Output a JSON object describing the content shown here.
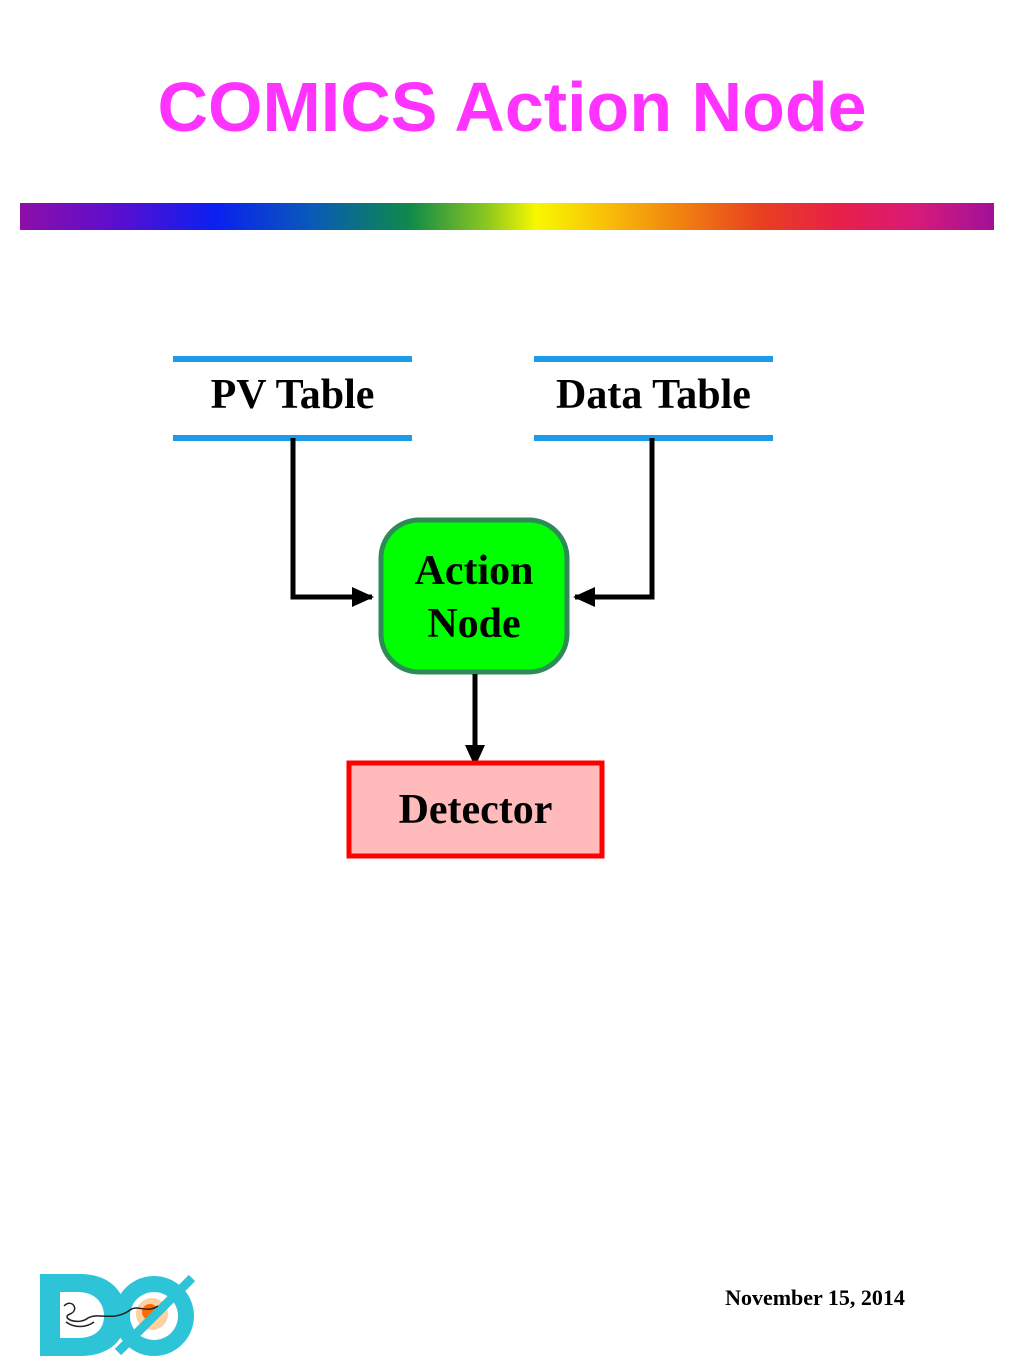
{
  "title": "COMICS Action Node",
  "diagram": {
    "nodes": {
      "pv_table": "PV Table",
      "data_table": "Data Table",
      "action_node_line1": "Action",
      "action_node_line2": "Node",
      "detector": "Detector"
    },
    "edges": [
      {
        "from": "PV Table",
        "to": "Action Node"
      },
      {
        "from": "Data Table",
        "to": "Action Node"
      },
      {
        "from": "Action Node",
        "to": "Detector"
      }
    ]
  },
  "footer": {
    "date": "November 15, 2014"
  },
  "logo": {
    "icon": "d0-experiment-logo",
    "text": "DØ"
  },
  "colors": {
    "title": "#ff33ff",
    "table_line": "#1e9be8",
    "action_node_fill": "#00ff00",
    "action_node_border": "#2e8b57",
    "detector_fill": "#ffbbbb",
    "detector_border": "#ff0000",
    "arrow": "#000000"
  }
}
